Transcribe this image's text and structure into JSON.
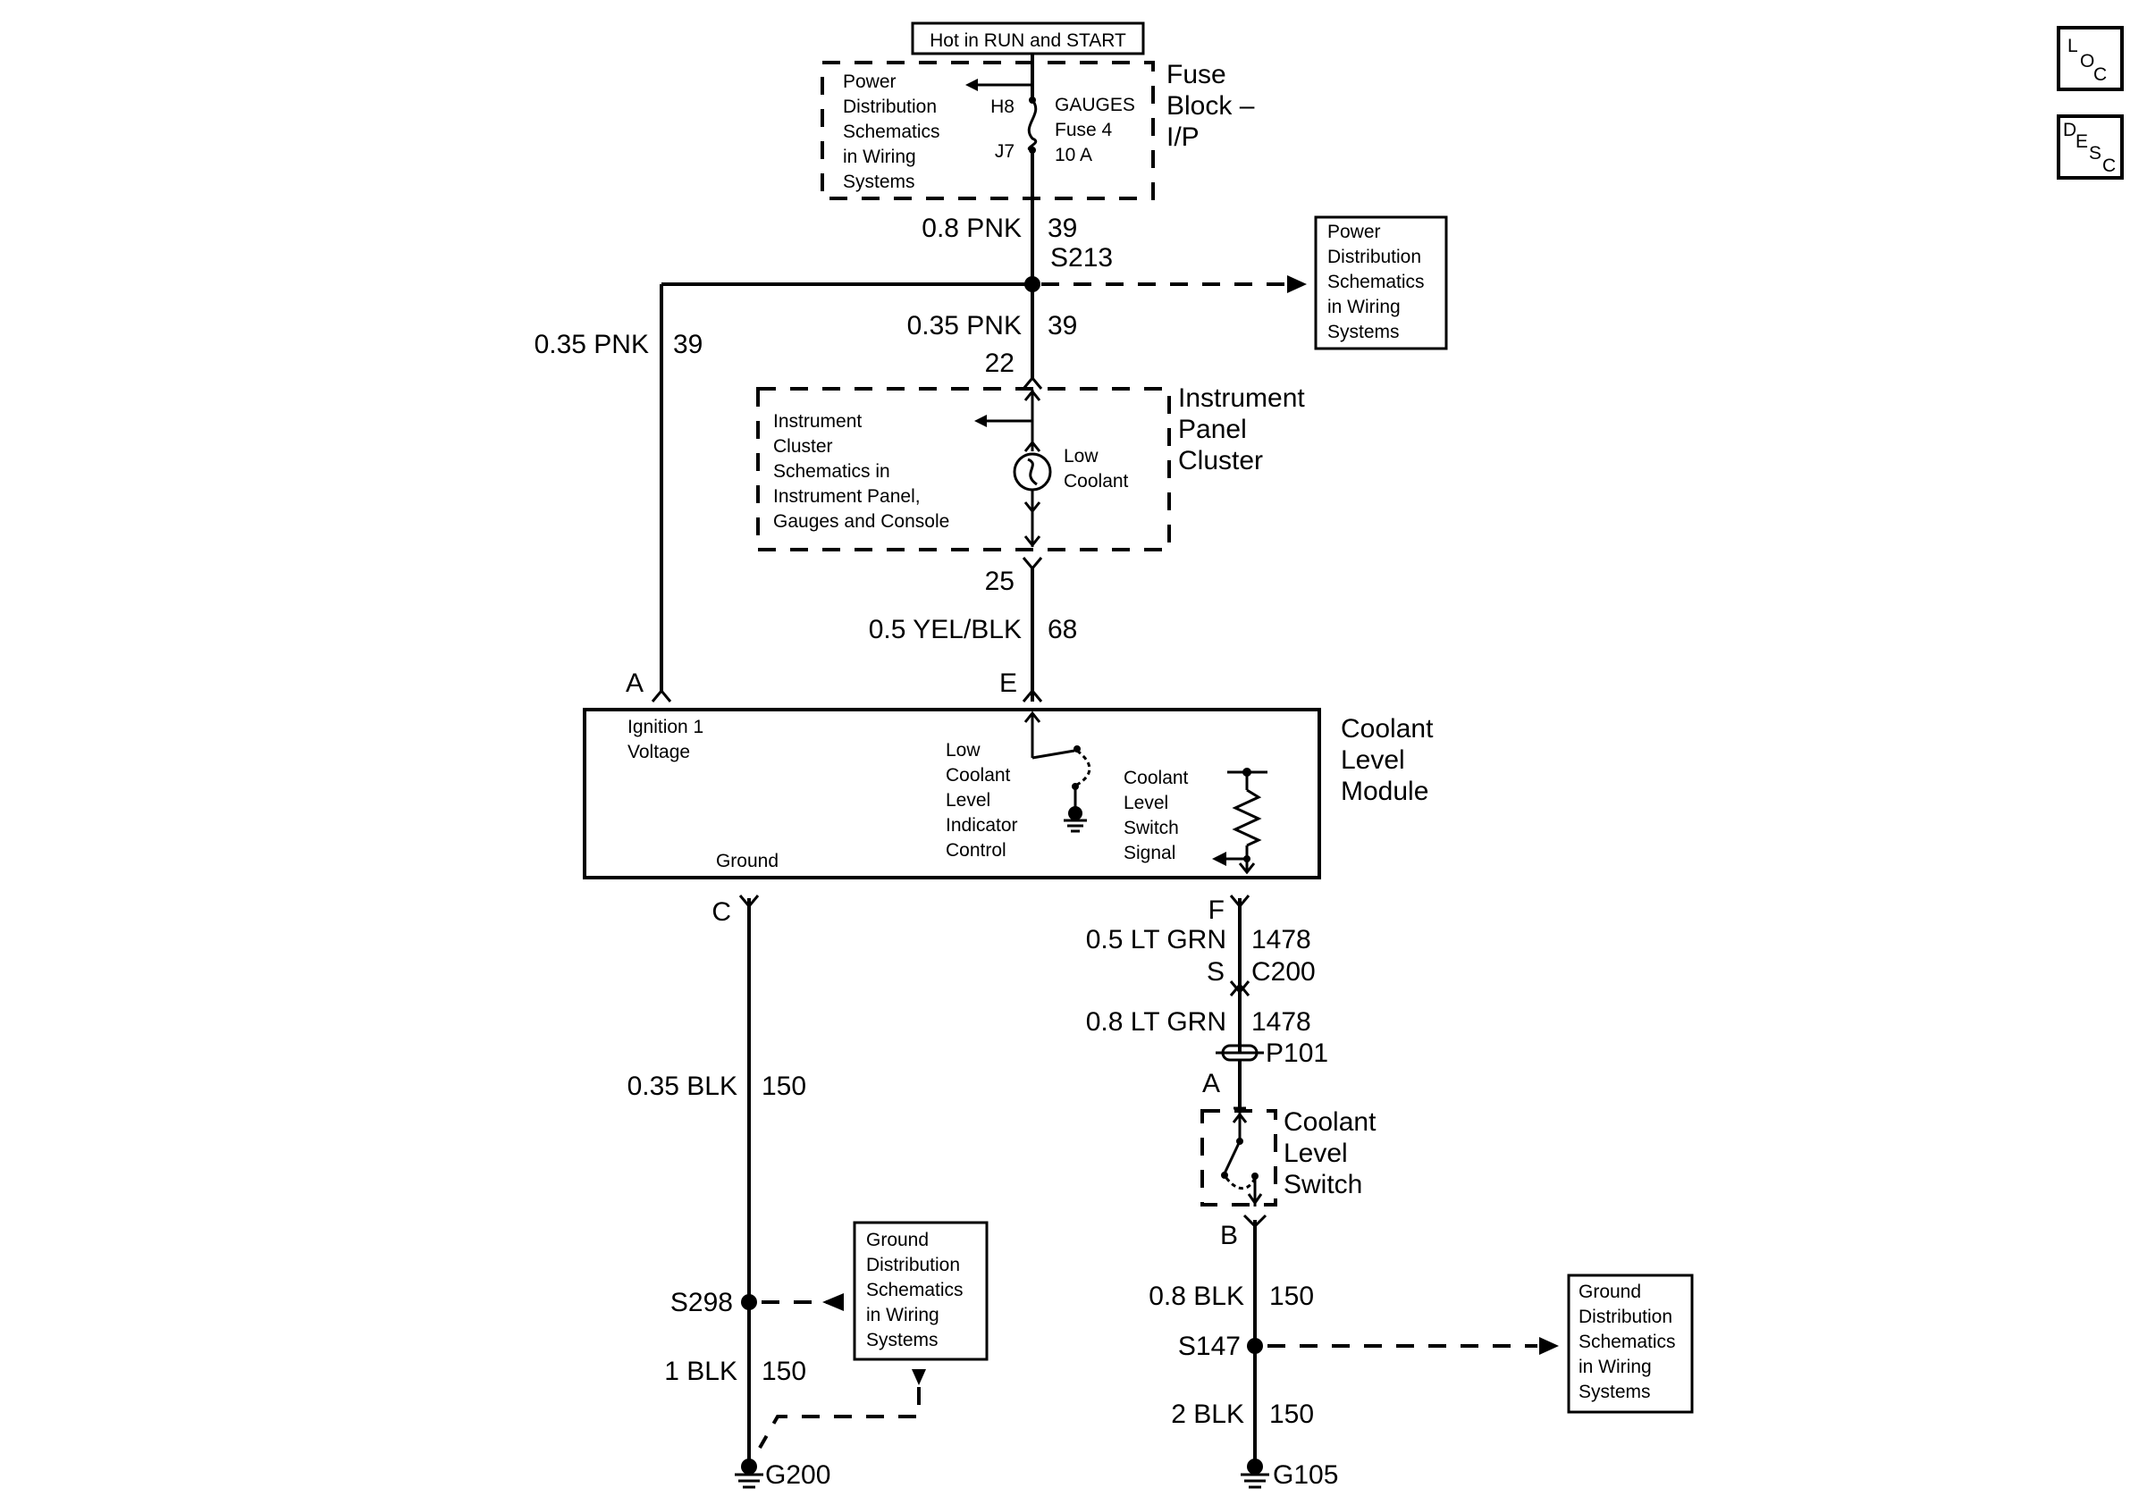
{
  "header": {
    "hot_label": "Hot in RUN and START"
  },
  "fuse_block": {
    "title": [
      "Fuse",
      "Block –",
      "I/P"
    ],
    "ref_lines": [
      "Power",
      "Distribution",
      "Schematics",
      "in Wiring",
      "Systems"
    ],
    "fuse_lines": [
      "GAUGES",
      "Fuse 4",
      "10 A"
    ],
    "pin_in": "H8",
    "pin_out": "J7"
  },
  "wires": {
    "w1": {
      "gauge_color": "0.8 PNK",
      "circuit": "39"
    },
    "w2": {
      "gauge_color": "0.35 PNK",
      "circuit": "39"
    },
    "w3": {
      "gauge_color": "0.35 PNK",
      "circuit": "39"
    },
    "w4": {
      "gauge_color": "0.5 YEL/BLK",
      "circuit": "68"
    },
    "w5": {
      "gauge_color": "0.5 LT GRN",
      "circuit": "1478"
    },
    "w6": {
      "gauge_color": "0.8 LT GRN",
      "circuit": "1478"
    },
    "w7": {
      "gauge_color": "0.35 BLK",
      "circuit": "150"
    },
    "w8": {
      "gauge_color": "1 BLK",
      "circuit": "150"
    },
    "w9": {
      "gauge_color": "0.8 BLK",
      "circuit": "150"
    },
    "w10": {
      "gauge_color": "2 BLK",
      "circuit": "150"
    }
  },
  "splices": {
    "s213": "S213",
    "s298": "S298",
    "s147": "S147"
  },
  "power_ref": [
    "Power",
    "Distribution",
    "Schematics",
    "in Wiring",
    "Systems"
  ],
  "ipc": {
    "title": [
      "Instrument",
      "Panel",
      "Cluster"
    ],
    "ref_lines": [
      "Instrument",
      "Cluster",
      "Schematics in",
      "Instrument Panel,",
      "Gauges and Console"
    ],
    "lamp_lines": [
      "Low",
      "Coolant"
    ],
    "pin_top": "22",
    "pin_bottom": "25"
  },
  "module": {
    "title": [
      "Coolant",
      "Level",
      "Module"
    ],
    "ign_lines": [
      "Ignition 1",
      "Voltage"
    ],
    "ground_label": "Ground",
    "ctrl_lines": [
      "Low",
      "Coolant",
      "Level",
      "Indicator",
      "Control"
    ],
    "sig_lines": [
      "Coolant",
      "Level",
      "Switch",
      "Signal"
    ],
    "pins": {
      "a": "A",
      "e": "E",
      "c": "C",
      "f": "F"
    }
  },
  "c200": {
    "pin": "S",
    "name": "C200"
  },
  "p101": "P101",
  "switch": {
    "title": [
      "Coolant",
      "Level",
      "Switch"
    ],
    "pin_top": "A",
    "pin_bottom": "B"
  },
  "ground_ref_1": [
    "Ground",
    "Distribution",
    "Schematics",
    "in Wiring",
    "Systems"
  ],
  "ground_ref_2": [
    "Ground",
    "Distribution",
    "Schematics",
    "in Wiring",
    "Systems"
  ],
  "grounds": {
    "g200": "G200",
    "g105": "G105"
  },
  "icons": {
    "loc": {
      "l": "L",
      "o": "O",
      "c": "C"
    },
    "desc": {
      "d": "D",
      "e": "E",
      "s": "S",
      "c": "C"
    }
  }
}
